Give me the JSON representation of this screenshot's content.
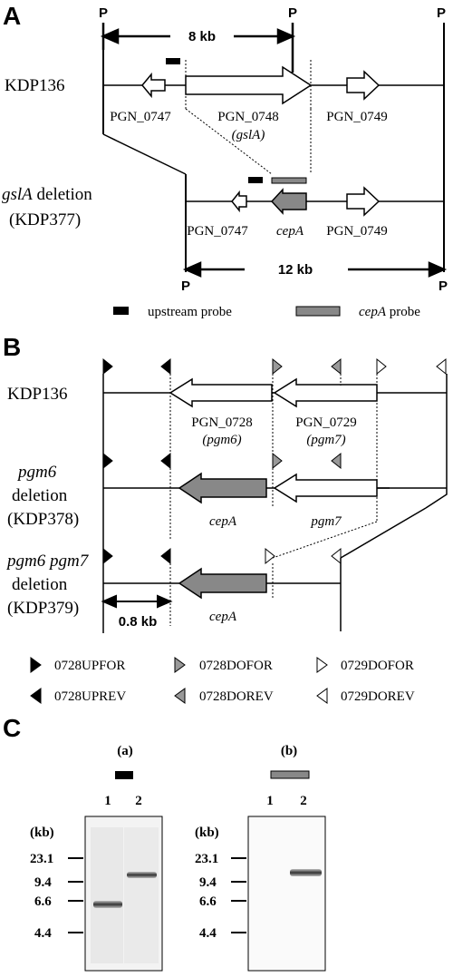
{
  "panels": {
    "a": "A",
    "b": "B",
    "c": "C"
  },
  "panel_a": {
    "site": "P",
    "dist_top": "8 kb",
    "dist_bottom": "12 kb",
    "strain_wt": "KDP136",
    "del_gene": "gslA",
    "del_word": " deletion",
    "del_strain": "(KDP377)",
    "genes": [
      "PGN_0747",
      "PGN_0748",
      "PGN_0749"
    ],
    "gene_0748_alias": "(gslA)",
    "cepA": "cepA",
    "legend_upstream": "upstream probe",
    "legend_cepA": "cepA",
    "legend_probe": " probe"
  },
  "panel_b": {
    "strain_wt": "KDP136",
    "gene_0728": "PGN_0728",
    "gene_0728_alias": "(pgm6)",
    "gene_0729": "PGN_0729",
    "gene_0729_alias": "(pgm7)",
    "pgm6": "pgm6",
    "pgm6pgm7": "pgm6 pgm7",
    "deletion": "deletion",
    "strain_378": "(KDP378)",
    "strain_379": "(KDP379)",
    "cepA": "cepA",
    "pgm7": "pgm7",
    "scale": "0.8 kb",
    "primers": [
      "0728UPFOR",
      "0728DOFOR",
      "0729DOFOR",
      "0728UPREV",
      "0728DOREV",
      "0729DOREV"
    ]
  },
  "panel_c": {
    "blot_a": "(a)",
    "blot_b": "(b)",
    "lanes": [
      "1",
      "2"
    ],
    "unit": "(kb)",
    "markers": [
      "23.1",
      "9.4",
      "6.6",
      "4.4"
    ]
  }
}
